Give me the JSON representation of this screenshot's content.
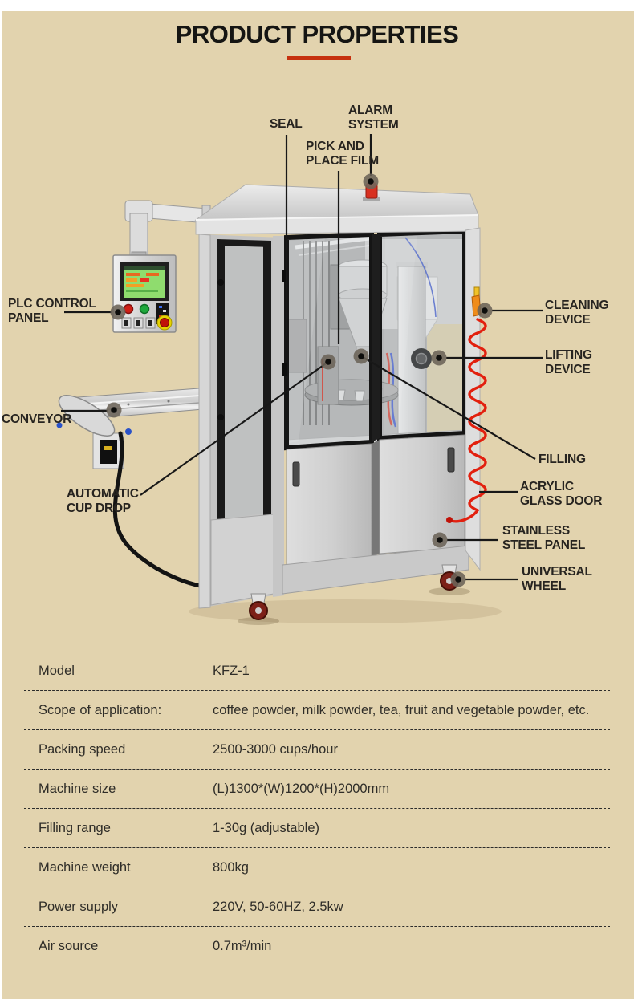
{
  "colors": {
    "background": "#e2d3ae",
    "accent_underline": "#c6310e",
    "callout_text": "#272420",
    "table_text": "#2f2d28",
    "air_hose_red": "#e2200f",
    "alarm_beacon_red": "#d83020",
    "caster_wheel_red": "#7c2018"
  },
  "header": {
    "title": "PRODUCT PROPERTIES"
  },
  "machine": {
    "callouts": [
      {
        "id": "seal",
        "text": "SEAL"
      },
      {
        "id": "alarm-system",
        "text": "ALARM SYSTEM"
      },
      {
        "id": "pick-and-place-film",
        "text": "PICK AND PLACE FILM"
      },
      {
        "id": "plc-control-panel",
        "text": "PLC CONTROL PANEL"
      },
      {
        "id": "cleaning-device",
        "text": "CLEANING DEVICE"
      },
      {
        "id": "lifting-device",
        "text": "LIFTING DEVICE"
      },
      {
        "id": "conveyor",
        "text": "CONVEYOR"
      },
      {
        "id": "filling",
        "text": "FILLING"
      },
      {
        "id": "automatic-cup-drop",
        "text": "AUTOMATIC CUP DROP"
      },
      {
        "id": "acrylic-glass-door",
        "text": "ACRYLIC GLASS DOOR"
      },
      {
        "id": "stainless-steel-panel",
        "text": "STAINLESS STEEL PANEL"
      },
      {
        "id": "universal-wheel",
        "text": "UNIVERSAL WHEEL"
      }
    ]
  },
  "specs": {
    "rows": [
      {
        "label": "Model",
        "value": "KFZ-1"
      },
      {
        "label": "Scope of application:",
        "value": "coffee powder, milk powder, tea, fruit and vegetable powder, etc."
      },
      {
        "label": "Packing speed",
        "value": "2500-3000 cups/hour"
      },
      {
        "label": "Machine size",
        "value": "(L)1300*(W)1200*(H)2000mm"
      },
      {
        "label": "Filling range",
        "value": "1-30g (adjustable)"
      },
      {
        "label": "Machine weight",
        "value": "800kg"
      },
      {
        "label": "Power supply",
        "value": "220V, 50-60HZ, 2.5kw"
      },
      {
        "label": "Air source",
        "value": "0.7m³/min"
      }
    ]
  }
}
